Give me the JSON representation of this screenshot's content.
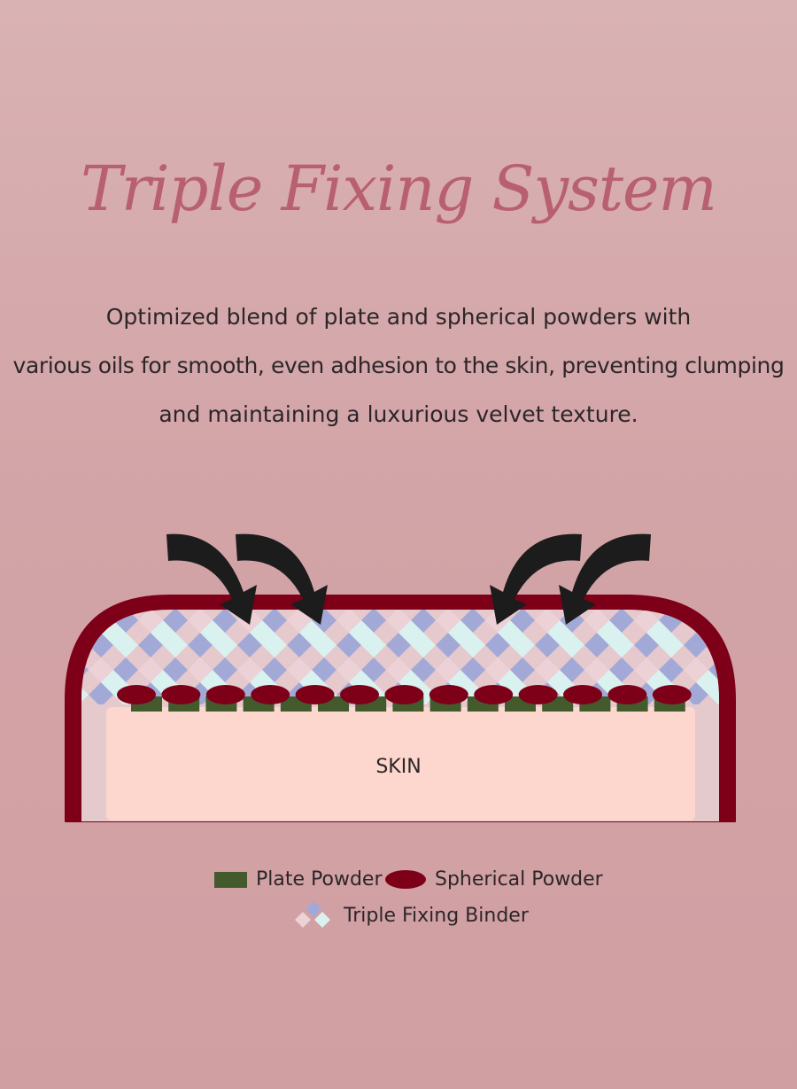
{
  "title": "Triple Fixing System",
  "description": [
    "Optimized blend of plate and spherical powders with",
    "various oils for smooth, even adhesion to the skin, preventing clumping",
    "and maintaining a luxurious velvet texture."
  ],
  "diagram": {
    "skin_label": "SKIN",
    "legend": {
      "plate": "Plate Powder",
      "spherical": "Spherical Powder",
      "binder": "Triple Fixing Binder"
    }
  },
  "colors": {
    "title": "#b8606f",
    "outline": "#7d0018",
    "plate": "#435a2d",
    "spherical": "#7d0018",
    "skin": "#fdd7cd",
    "binder_blue": "#a3a9d7",
    "binder_mint": "#d9f2f0",
    "binder_pink": "#ecd1d6",
    "arrow": "#1c1c1c"
  },
  "icons": [
    "arrow-icon",
    "plate-powder-icon",
    "spherical-powder-icon",
    "binder-icon"
  ]
}
